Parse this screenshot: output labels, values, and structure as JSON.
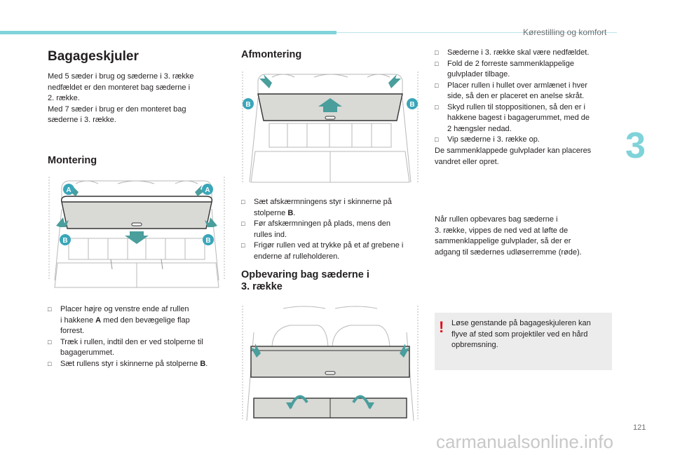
{
  "header": {
    "section_title": "Kørestilling og komfort",
    "chapter_number": "3"
  },
  "footer": {
    "page_number": "121",
    "watermark": "carmanualsonline.info"
  },
  "col1": {
    "title": "Bagageskjuler",
    "intro_lines": [
      "Med 5 sæder i brug og sæderne i 3. række",
      "nedfældet er den monteret bag sæderne i",
      "2. række.",
      "Med 7 sæder i brug er den monteret bag",
      "sæderne i 3. række."
    ],
    "mounting_title": "Montering",
    "fig_labels": {
      "a": "A",
      "b": "B"
    },
    "steps": [
      {
        "lines": [
          "Placer højre og venstre ende af rullen",
          "i hakkene "
        ],
        "bold": "A",
        "after": " med den bevægelige flap",
        "extra": [
          "forrest."
        ]
      },
      {
        "text1": "Træk i rullen, indtil den er ved stolperne til",
        "text2": "bagagerummet."
      },
      {
        "text": "Sæt rullens styr i skinnerne på stolperne ",
        "bold": "B",
        "after": "."
      }
    ]
  },
  "col2": {
    "title": "Afmontering",
    "fig_labels": {
      "b": "B"
    },
    "steps": [
      {
        "line1": "Sæt afskærmningens styr i skinnerne på",
        "line2": "stolperne ",
        "bold": "B",
        "after": "."
      },
      {
        "line1": "Før afskærmningen på plads, mens den",
        "line2": "rulles ind."
      },
      {
        "line1": "Frigør rullen ved at trykke på et af grebene i",
        "line2": "enderne af rulleholderen."
      }
    ],
    "storage_title_1": "Opbevaring bag sæderne i",
    "storage_title_2": "3. række"
  },
  "col3": {
    "steps": [
      {
        "line1": "Sæderne i 3. række skal være nedfældet."
      },
      {
        "line1": "Fold de 2 forreste sammenklappelige",
        "line2": "gulvplader tilbage."
      },
      {
        "line1": "Placer rullen i hullet over armlænet i hver",
        "line2": "side, så den er placeret en anelse skråt."
      },
      {
        "line1": "Skyd rullen til stoppositionen, så den er i",
        "line2": "hakkene bagest i bagagerummet, med de",
        "line3": "2 hængsler nedad."
      },
      {
        "line1": "Vip sæderne i 3. række op."
      }
    ],
    "after_lines": [
      "De sammenklappede gulvplader kan placeres",
      "vandret eller opret."
    ],
    "storage_note_lines": [
      "Når rullen opbevares bag sæderne i",
      "3. række, vippes de ned ved at løfte de",
      "sammenklappelige gulvplader, så der er",
      "adgang til sædernes udløserremme (røde)."
    ],
    "warning_mark": "!",
    "warning_lines": [
      "Løse genstande på bagageskjuleren kan",
      "flyve af sted som projektiler ved en hård",
      "opbremsning."
    ]
  },
  "colors": {
    "accent": "#7fd3d9",
    "label": "#3aa6b9",
    "arrow": "#4a9e9c",
    "warning": "#e30613"
  }
}
